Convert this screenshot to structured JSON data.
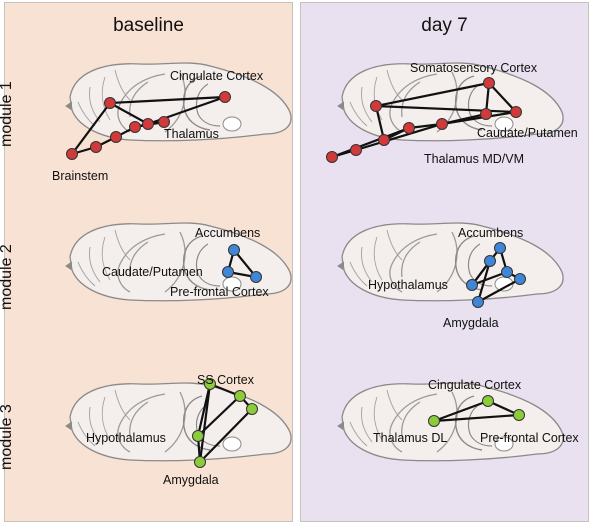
{
  "columns": [
    {
      "id": "baseline",
      "title": "baseline"
    },
    {
      "id": "day7",
      "title": "day 7"
    }
  ],
  "rows": [
    {
      "id": "module1",
      "label": "module 1"
    },
    {
      "id": "module2",
      "label": "module 2"
    },
    {
      "id": "module3",
      "label": "module 3"
    }
  ],
  "node_colors": {
    "module1": "#d03a3a",
    "module2": "#3f86d6",
    "module3": "#8ccc3a"
  },
  "panels": {
    "baseline_module1": {
      "labels": [
        "Cingulate Cortex",
        "Thalamus",
        "Brainstem"
      ]
    },
    "day7_module1": {
      "labels": [
        "Somatosensory Cortex",
        "Caudate/Putamen",
        "Thalamus MD/VM"
      ]
    },
    "baseline_module2": {
      "labels": [
        "Accumbens",
        "Caudate/Putamen",
        "Pre-frontal Cortex"
      ]
    },
    "day7_module2": {
      "labels": [
        "Accumbens",
        "Hypothalamus",
        "Amygdala"
      ]
    },
    "baseline_module3": {
      "labels": [
        "SS Cortex",
        "Hypothalamus",
        "Amygdala"
      ]
    },
    "day7_module3": {
      "labels": [
        "Cingulate Cortex",
        "Thalamus DL",
        "Pre-frontal Cortex"
      ]
    }
  }
}
